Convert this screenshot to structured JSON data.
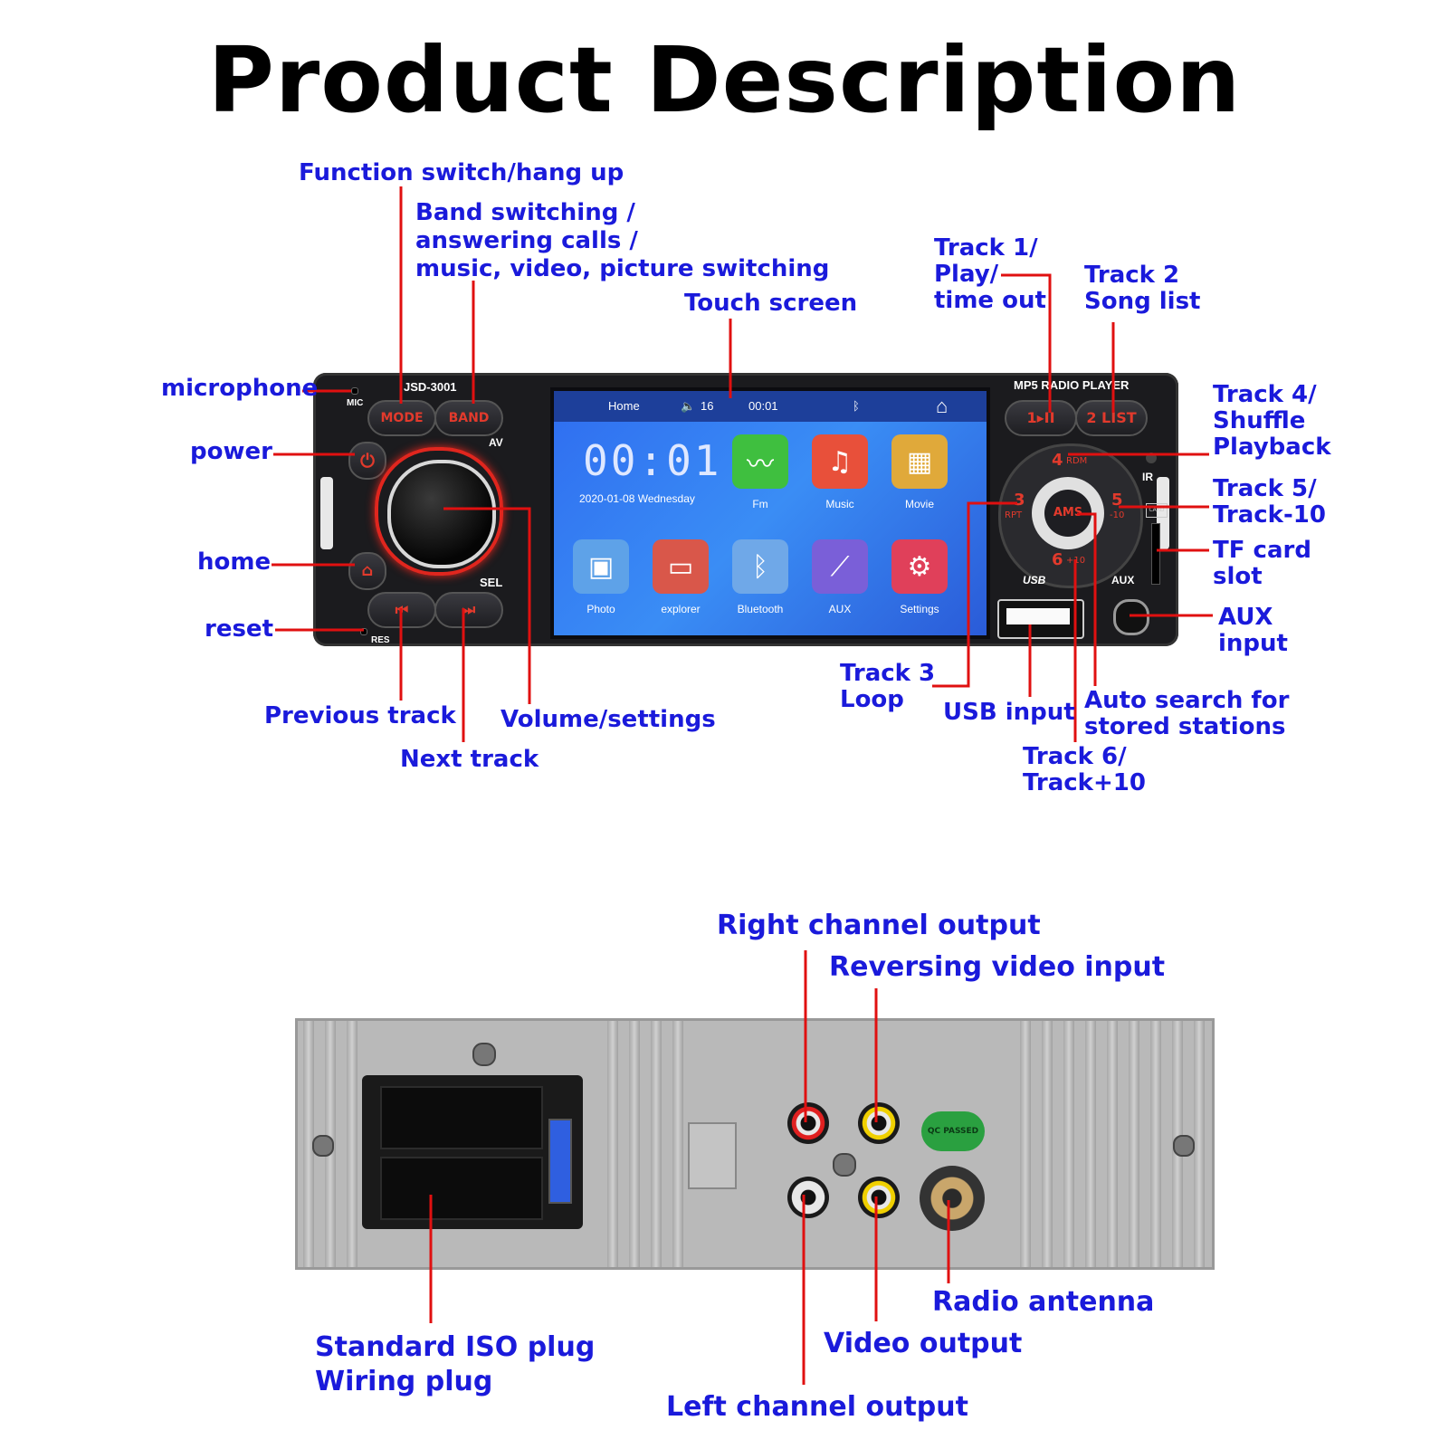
{
  "title": "Product Description",
  "front_unit": {
    "model": "JSD-3001",
    "brand_label": "MP5 RADIO PLAYER",
    "mic_label": "MIC",
    "res_label": "RES",
    "av_label": "AV",
    "sel_label": "SEL",
    "mode_label": "MODE",
    "band_label": "BAND",
    "btn_1": "1▸II",
    "btn_2": "2 LIST",
    "btn_3": "3",
    "btn_3_sub": "RPT",
    "btn_4": "4",
    "btn_4_sub": "RDM",
    "btn_5": "5",
    "btn_5_sub": "-10",
    "btn_6": "6",
    "btn_6_sub": "+10",
    "ams_label": "AMS",
    "ir_label": "IR",
    "usb_label": "USB",
    "aux_label": "AUX",
    "card_label": "CARD",
    "prev_icon": "previous-track-icon",
    "next_icon": "next-track-icon",
    "power_icon": "power-icon",
    "home_icon": "home-icon"
  },
  "screen": {
    "status_home": "Home",
    "status_volume": "16",
    "status_time": "00:01",
    "clock": "00:01",
    "date": "2020-01-08  Wednesday",
    "apps": [
      {
        "label": "Fm",
        "color": "#3fbf3f",
        "icon": "fm-wave-icon",
        "glyph": "〰"
      },
      {
        "label": "Music",
        "color": "#e8503a",
        "icon": "music-note-icon",
        "glyph": "♫"
      },
      {
        "label": "Movie",
        "color": "#e0a93a",
        "icon": "film-icon",
        "glyph": "▦"
      },
      {
        "label": "Photo",
        "color": "#5ea2e8",
        "icon": "photo-icon",
        "glyph": "▣"
      },
      {
        "label": "explorer",
        "color": "#d9574a",
        "icon": "folder-icon",
        "glyph": "▭"
      },
      {
        "label": "Bluetooth",
        "color": "#6fa8e8",
        "icon": "bluetooth-icon",
        "glyph": "ᛒ"
      },
      {
        "label": "AUX",
        "color": "#7a5fd8",
        "icon": "aux-cable-icon",
        "glyph": "⟋"
      },
      {
        "label": "Settings",
        "color": "#e0405a",
        "icon": "gear-icon",
        "glyph": "⚙"
      }
    ]
  },
  "callouts": {
    "function_switch": "Function switch/hang up",
    "band_switching": "Band switching /\nanswering calls /\nmusic, video, picture switching",
    "touch_screen": "Touch screen",
    "track1": "Track 1/\nPlay/\ntime out",
    "track2": "Track 2\nSong list",
    "microphone": "microphone",
    "power": "power",
    "home": "home",
    "reset": "reset",
    "track4": "Track 4/\nShuffle\nPlayback",
    "track5": "Track 5/\nTrack-10",
    "tf_card": "TF card\nslot",
    "aux_input": "AUX\ninput",
    "previous_track": "Previous track",
    "next_track": "Next track",
    "volume_settings": "Volume/settings",
    "track3": "Track 3\nLoop",
    "usb_input": "USB input",
    "auto_search": "Auto search for\nstored stations",
    "track6": "Track 6/\nTrack+10",
    "right_channel": "Right channel output",
    "reversing_video": "Reversing video input",
    "iso_plug": "Standard ISO plug\nWiring plug",
    "video_output": "Video output",
    "radio_antenna": "Radio antenna",
    "left_channel": "Left channel output"
  },
  "rear_unit": {
    "sticker": "QC PASSED"
  },
  "colors": {
    "callout_text": "#1a1adb",
    "leader_line": "#e01010",
    "button_text": "#e23a2c"
  }
}
